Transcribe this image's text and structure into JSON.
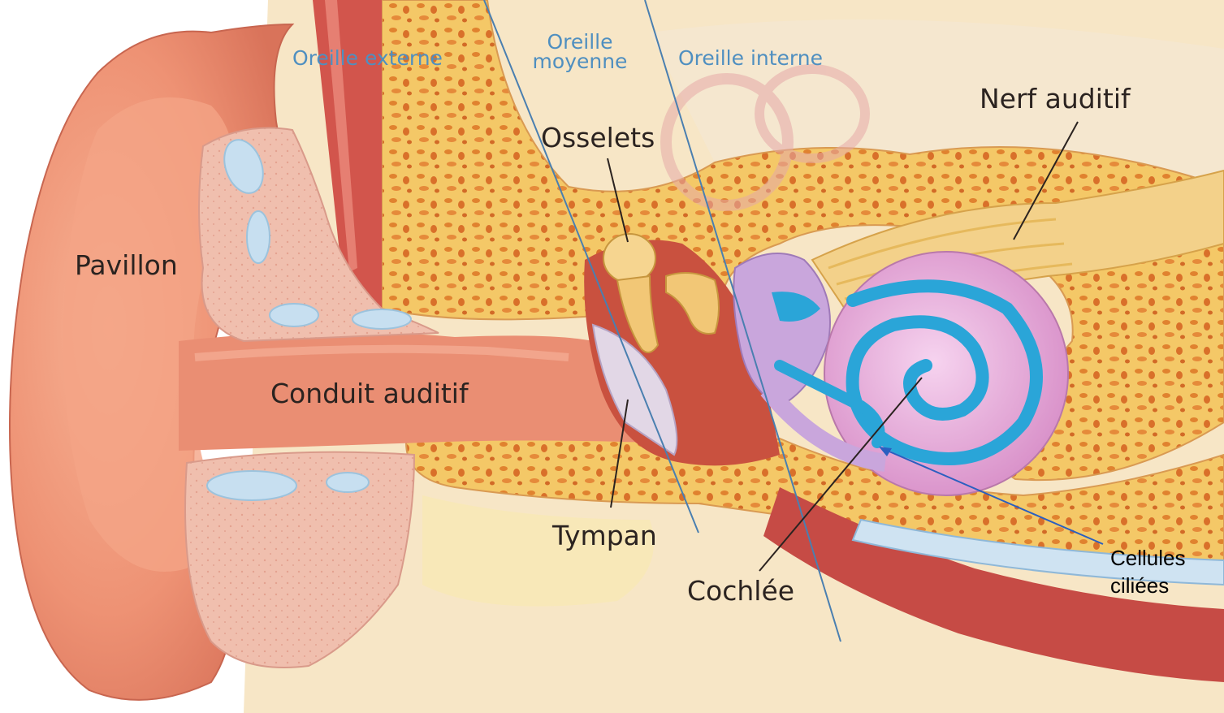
{
  "zones": {
    "outer_ear": "Oreille externe",
    "middle_ear_line1": "Oreille",
    "middle_ear_line2": "moyenne",
    "inner_ear": "Oreille interne"
  },
  "labels": {
    "pavillon": "Pavillon",
    "conduit": "Conduit auditif",
    "osselets": "Osselets",
    "tympan": "Tympan",
    "cochlee": "Cochlée",
    "nerf": "Nerf auditif",
    "cellules_line1": "Cellules",
    "cellules_line2": "ciliées"
  },
  "colors": {
    "skin": "#e8876a",
    "cartilage": "#f2c3b4",
    "bone": "#f2c25e",
    "zone_text": "#4f8fc0",
    "cochlea": "#e4a6d6",
    "cochlea_duct": "#2aa5d8",
    "pointer_blue": "#2a5fc0"
  }
}
